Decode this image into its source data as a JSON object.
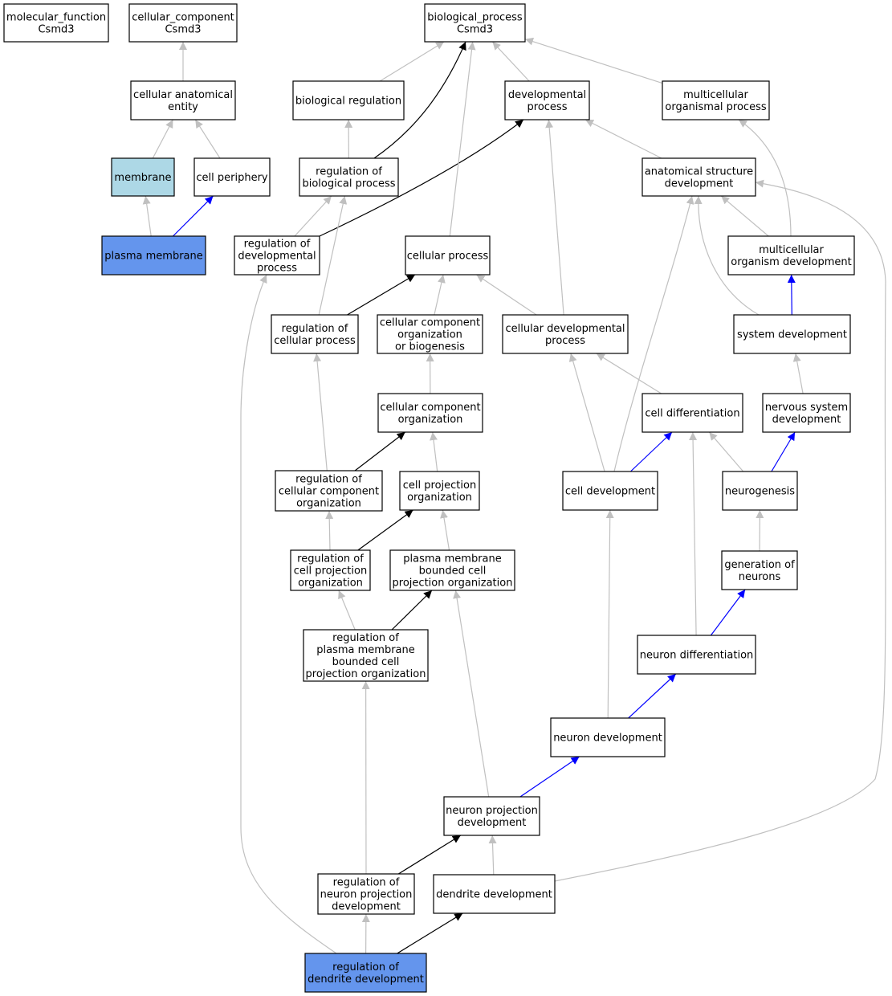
{
  "colors": {
    "node_fill": "#ffffff",
    "membrane": "#add8e6",
    "highlight": "#6495ed",
    "edge_is_a": "#c0c0c0",
    "edge_regulates": "#000000",
    "edge_part_of": "#0000ff"
  },
  "nodes": {
    "molecular_function": [
      "molecular_function",
      "Csmd3"
    ],
    "cellular_component": [
      "cellular_component",
      "Csmd3"
    ],
    "biological_process": [
      "biological_process",
      "Csmd3"
    ],
    "cellular_anatomical_entity": [
      "cellular anatomical",
      "entity"
    ],
    "biological_regulation": [
      "biological regulation"
    ],
    "developmental_process": [
      "developmental",
      "process"
    ],
    "multicellular_organismal_process": [
      "multicellular",
      "organismal process"
    ],
    "membrane": [
      "membrane"
    ],
    "cell_periphery": [
      "cell periphery"
    ],
    "regulation_of_biological_process": [
      "regulation of",
      "biological process"
    ],
    "anatomical_structure_development": [
      "anatomical structure",
      "development"
    ],
    "plasma_membrane": [
      "plasma membrane"
    ],
    "regulation_of_developmental_process": [
      "regulation of",
      "developmental",
      "process"
    ],
    "cellular_process": [
      "cellular process"
    ],
    "multicellular_organism_development": [
      "multicellular",
      "organism development"
    ],
    "regulation_of_cellular_process": [
      "regulation of",
      "cellular process"
    ],
    "cellular_component_organization_or_biogenesis": [
      "cellular component",
      "organization",
      "or biogenesis"
    ],
    "cellular_developmental_process": [
      "cellular developmental",
      "process"
    ],
    "system_development": [
      "system development"
    ],
    "cellular_component_organization": [
      "cellular component",
      "organization"
    ],
    "cell_differentiation": [
      "cell differentiation"
    ],
    "nervous_system_development": [
      "nervous system",
      "development"
    ],
    "regulation_of_cellular_component_organization": [
      "regulation of",
      "cellular component",
      "organization"
    ],
    "cell_projection_organization": [
      "cell projection",
      "organization"
    ],
    "cell_development": [
      "cell development"
    ],
    "neurogenesis": [
      "neurogenesis"
    ],
    "regulation_of_cell_projection_organization": [
      "regulation of",
      "cell projection",
      "organization"
    ],
    "plasma_membrane_bounded_cell_projection_organization": [
      "plasma membrane",
      "bounded cell",
      "projection organization"
    ],
    "generation_of_neurons": [
      "generation of",
      "neurons"
    ],
    "regulation_of_plasma_membrane_bounded_cell_projection_organization": [
      "regulation of",
      "plasma membrane",
      "bounded cell",
      "projection organization"
    ],
    "neuron_differentiation": [
      "neuron differentiation"
    ],
    "neuron_development": [
      "neuron development"
    ],
    "neuron_projection_development": [
      "neuron projection",
      "development"
    ],
    "regulation_of_neuron_projection_development": [
      "regulation of",
      "neuron projection",
      "development"
    ],
    "dendrite_development": [
      "dendrite development"
    ],
    "regulation_of_dendrite_development": [
      "regulation of",
      "dendrite development"
    ]
  },
  "node_fills": {
    "membrane": "membrane",
    "plasma_membrane": "highlight",
    "regulation_of_dendrite_development": "highlight"
  },
  "edges": [
    {
      "from": "cellular_anatomical_entity",
      "to": "cellular_component",
      "type": "is_a"
    },
    {
      "from": "biological_regulation",
      "to": "biological_process",
      "type": "is_a"
    },
    {
      "from": "developmental_process",
      "to": "biological_process",
      "type": "is_a"
    },
    {
      "from": "multicellular_organismal_process",
      "to": "biological_process",
      "type": "is_a"
    },
    {
      "from": "membrane",
      "to": "cellular_anatomical_entity",
      "type": "is_a"
    },
    {
      "from": "cell_periphery",
      "to": "cellular_anatomical_entity",
      "type": "is_a"
    },
    {
      "from": "regulation_of_biological_process",
      "to": "biological_regulation",
      "type": "is_a"
    },
    {
      "from": "regulation_of_biological_process",
      "to": "biological_process",
      "type": "regulates"
    },
    {
      "from": "anatomical_structure_development",
      "to": "developmental_process",
      "type": "is_a"
    },
    {
      "from": "plasma_membrane",
      "to": "membrane",
      "type": "is_a"
    },
    {
      "from": "plasma_membrane",
      "to": "cell_periphery",
      "type": "part_of"
    },
    {
      "from": "regulation_of_developmental_process",
      "to": "regulation_of_biological_process",
      "type": "is_a"
    },
    {
      "from": "regulation_of_developmental_process",
      "to": "developmental_process",
      "type": "regulates"
    },
    {
      "from": "cellular_process",
      "to": "biological_process",
      "type": "is_a"
    },
    {
      "from": "multicellular_organism_development",
      "to": "anatomical_structure_development",
      "type": "is_a"
    },
    {
      "from": "multicellular_organism_development",
      "to": "multicellular_organismal_process",
      "type": "is_a"
    },
    {
      "from": "regulation_of_cellular_process",
      "to": "regulation_of_biological_process",
      "type": "is_a"
    },
    {
      "from": "regulation_of_cellular_process",
      "to": "cellular_process",
      "type": "regulates"
    },
    {
      "from": "cellular_component_organization_or_biogenesis",
      "to": "cellular_process",
      "type": "is_a"
    },
    {
      "from": "cellular_developmental_process",
      "to": "cellular_process",
      "type": "is_a"
    },
    {
      "from": "cellular_developmental_process",
      "to": "developmental_process",
      "type": "is_a"
    },
    {
      "from": "system_development",
      "to": "anatomical_structure_development",
      "type": "is_a"
    },
    {
      "from": "system_development",
      "to": "multicellular_organism_development",
      "type": "part_of"
    },
    {
      "from": "cellular_component_organization",
      "to": "cellular_component_organization_or_biogenesis",
      "type": "is_a"
    },
    {
      "from": "cell_differentiation",
      "to": "cellular_developmental_process",
      "type": "is_a"
    },
    {
      "from": "nervous_system_development",
      "to": "system_development",
      "type": "is_a"
    },
    {
      "from": "regulation_of_cellular_component_organization",
      "to": "regulation_of_cellular_process",
      "type": "is_a"
    },
    {
      "from": "regulation_of_cellular_component_organization",
      "to": "cellular_component_organization",
      "type": "regulates"
    },
    {
      "from": "cell_projection_organization",
      "to": "cellular_component_organization",
      "type": "is_a"
    },
    {
      "from": "cell_development",
      "to": "cellular_developmental_process",
      "type": "is_a"
    },
    {
      "from": "cell_development",
      "to": "anatomical_structure_development",
      "type": "is_a"
    },
    {
      "from": "cell_development",
      "to": "cell_differentiation",
      "type": "part_of"
    },
    {
      "from": "neurogenesis",
      "to": "cell_differentiation",
      "type": "is_a"
    },
    {
      "from": "neurogenesis",
      "to": "nervous_system_development",
      "type": "part_of"
    },
    {
      "from": "regulation_of_cell_projection_organization",
      "to": "regulation_of_cellular_component_organization",
      "type": "is_a"
    },
    {
      "from": "regulation_of_cell_projection_organization",
      "to": "cell_projection_organization",
      "type": "regulates"
    },
    {
      "from": "plasma_membrane_bounded_cell_projection_organization",
      "to": "cell_projection_organization",
      "type": "is_a"
    },
    {
      "from": "generation_of_neurons",
      "to": "neurogenesis",
      "type": "is_a"
    },
    {
      "from": "regulation_of_plasma_membrane_bounded_cell_projection_organization",
      "to": "regulation_of_cell_projection_organization",
      "type": "is_a"
    },
    {
      "from": "regulation_of_plasma_membrane_bounded_cell_projection_organization",
      "to": "plasma_membrane_bounded_cell_projection_organization",
      "type": "regulates"
    },
    {
      "from": "neuron_differentiation",
      "to": "cell_differentiation",
      "type": "is_a"
    },
    {
      "from": "neuron_differentiation",
      "to": "generation_of_neurons",
      "type": "part_of"
    },
    {
      "from": "neuron_development",
      "to": "cell_development",
      "type": "is_a"
    },
    {
      "from": "neuron_development",
      "to": "neuron_differentiation",
      "type": "part_of"
    },
    {
      "from": "neuron_projection_development",
      "to": "plasma_membrane_bounded_cell_projection_organization",
      "type": "is_a"
    },
    {
      "from": "neuron_projection_development",
      "to": "neuron_development",
      "type": "part_of"
    },
    {
      "from": "regulation_of_neuron_projection_development",
      "to": "regulation_of_plasma_membrane_bounded_cell_projection_organization",
      "type": "is_a"
    },
    {
      "from": "regulation_of_neuron_projection_development",
      "to": "neuron_projection_development",
      "type": "regulates"
    },
    {
      "from": "dendrite_development",
      "to": "neuron_projection_development",
      "type": "is_a"
    },
    {
      "from": "dendrite_development",
      "to": "anatomical_structure_development",
      "type": "is_a"
    },
    {
      "from": "regulation_of_dendrite_development",
      "to": "regulation_of_neuron_projection_development",
      "type": "is_a"
    },
    {
      "from": "regulation_of_dendrite_development",
      "to": "dendrite_development",
      "type": "regulates"
    },
    {
      "from": "regulation_of_dendrite_development",
      "to": "regulation_of_developmental_process",
      "type": "is_a"
    }
  ]
}
